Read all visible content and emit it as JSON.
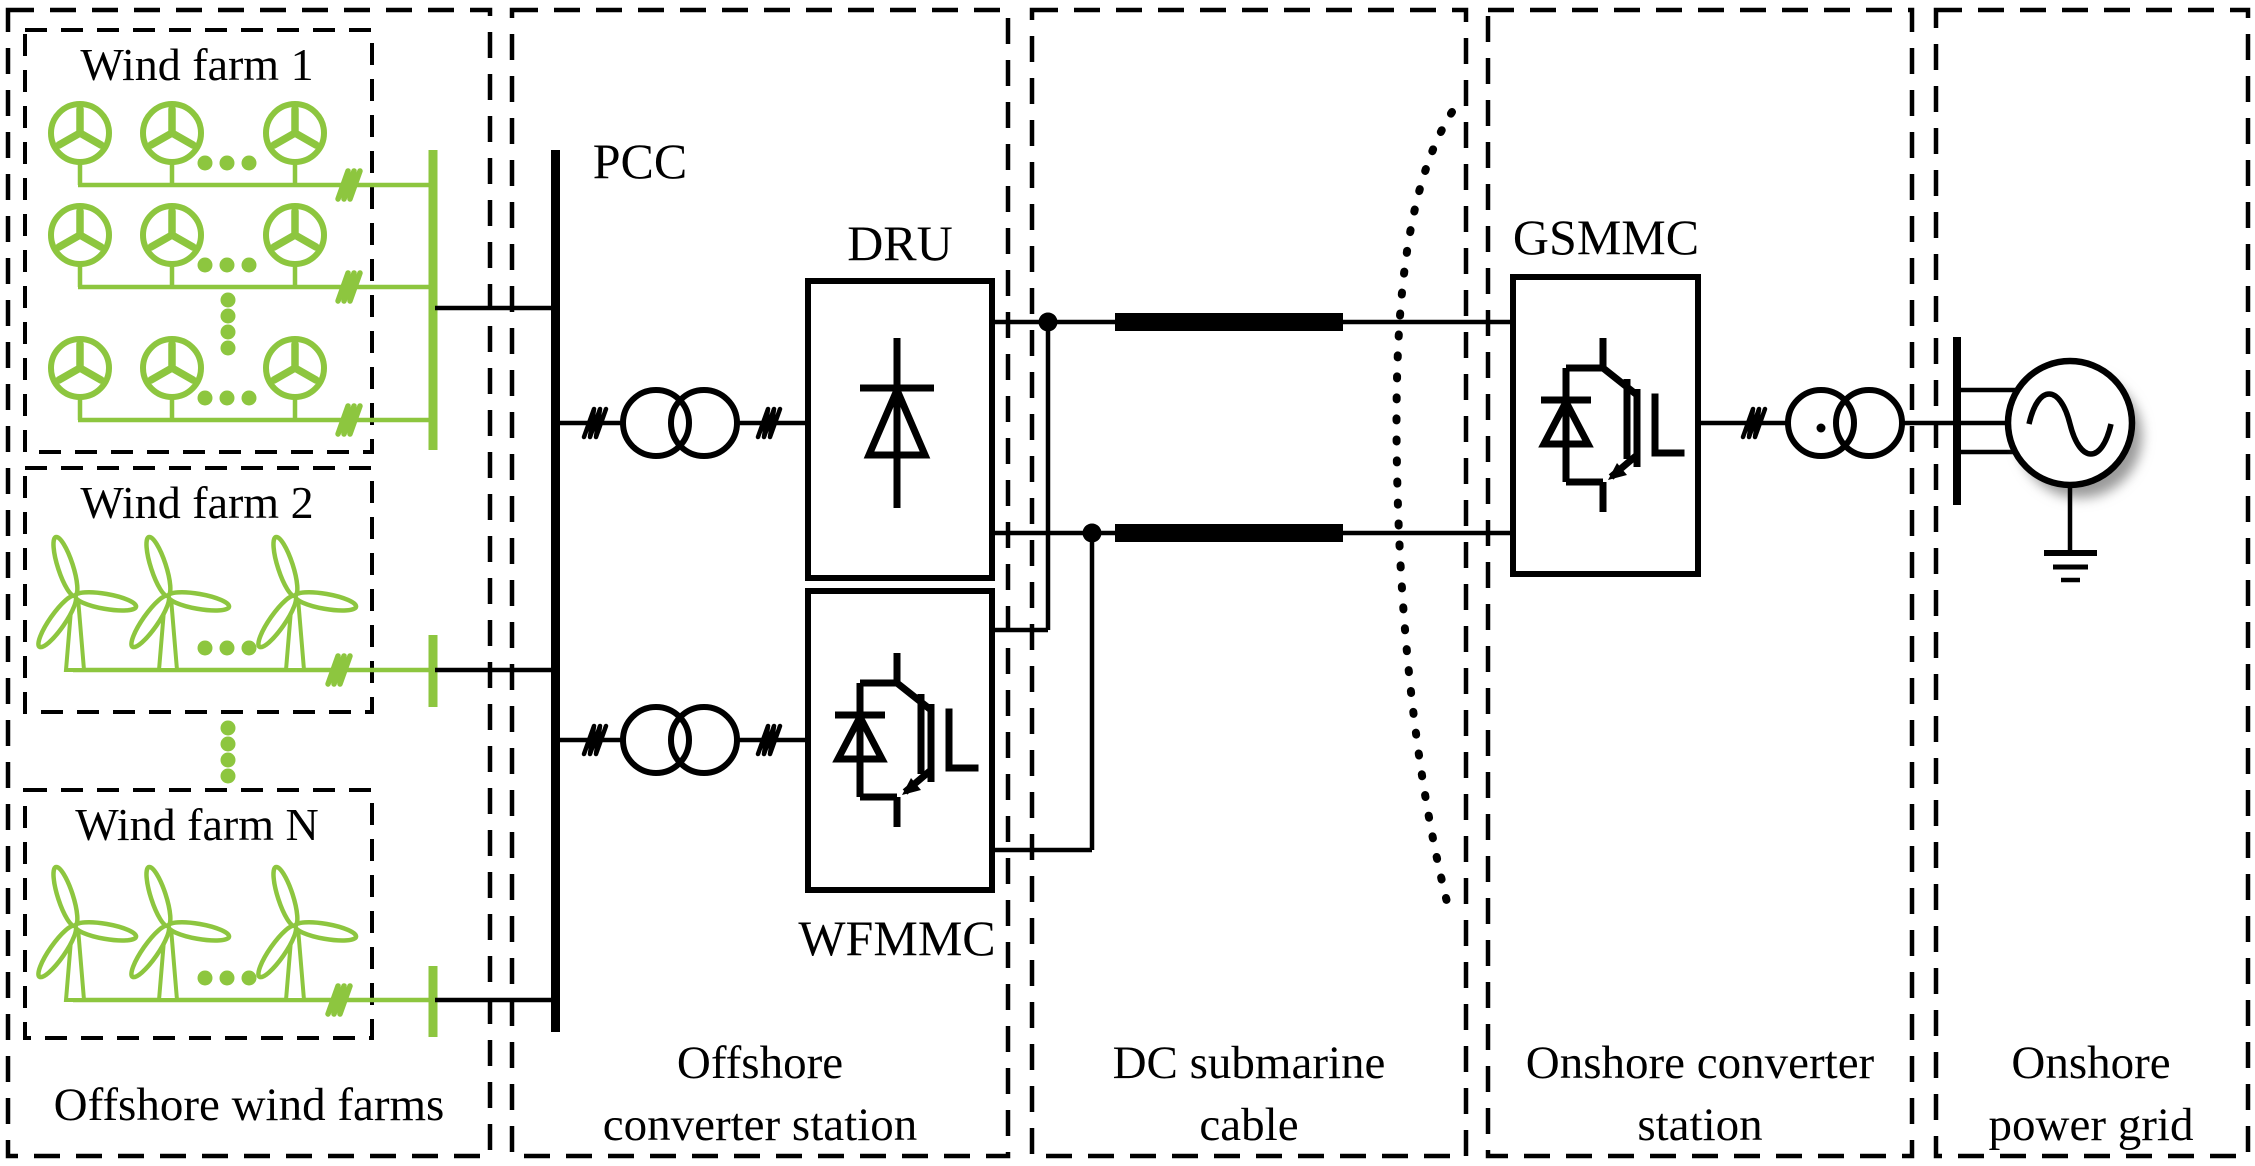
{
  "diagram": {
    "labels": {
      "pcc": "PCC",
      "dru": "DRU",
      "wfmmc": "WFMMC",
      "gsmmc": "GSMMC"
    },
    "wind_farms": {
      "farm1": "Wind farm 1",
      "farm2": "Wind farm 2",
      "farmN": "Wind farm N"
    },
    "regions": [
      {
        "name": "offshore-wind-farms",
        "label_lines": [
          "Offshore wind farms"
        ]
      },
      {
        "name": "offshore-converter-station",
        "label_lines": [
          "Offshore",
          "converter station"
        ]
      },
      {
        "name": "dc-submarine-cable",
        "label_lines": [
          "DC submarine",
          "cable"
        ]
      },
      {
        "name": "onshore-converter-station",
        "label_lines": [
          "Onshore converter",
          "station"
        ]
      },
      {
        "name": "onshore-power-grid",
        "label_lines": [
          "Onshore",
          "power grid"
        ]
      }
    ],
    "colors": {
      "wind_turbine_green": "#8DC63F",
      "line_black": "#000000",
      "background": "#FFFFFF"
    }
  }
}
